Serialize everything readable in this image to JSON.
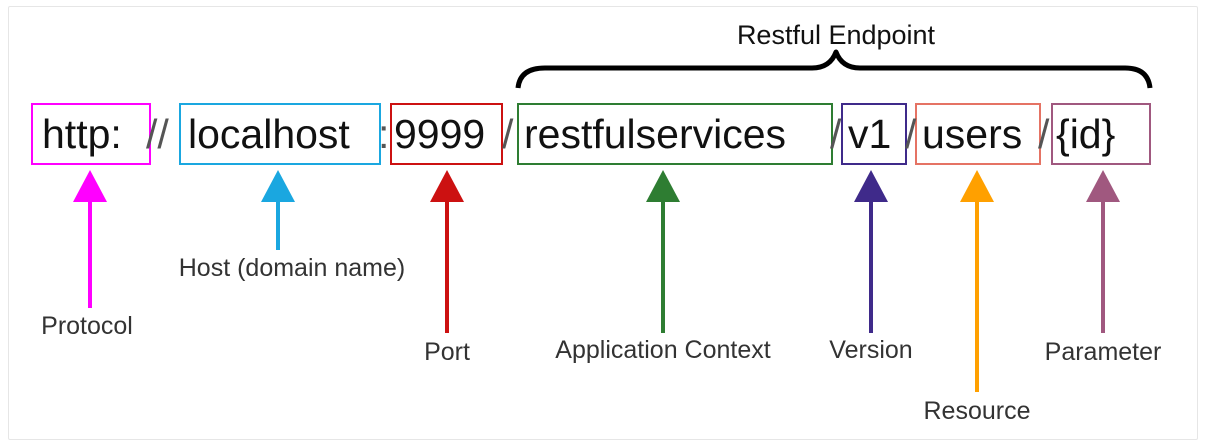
{
  "title": "Restful Endpoint",
  "separators": {
    "after_protocol": "//",
    "after_port": "/",
    "after_context": "/",
    "after_version": "/",
    "after_resource": "/"
  },
  "segments": [
    {
      "key": "protocol",
      "text": "http:",
      "label": "Protocol",
      "color": "#ff00ff"
    },
    {
      "key": "host",
      "text": "localhost",
      "label": "Host (domain name)",
      "color": "#1aa7e0"
    },
    {
      "key": "port",
      "text": "9999",
      "label": "Port",
      "color": "#cc1111",
      "prefix": ":"
    },
    {
      "key": "context",
      "text": "restfulservices",
      "label": "Application Context",
      "color": "#2e7d32"
    },
    {
      "key": "version",
      "text": "v1",
      "label": "Version",
      "color": "#3f2a8a"
    },
    {
      "key": "resource",
      "text": "users",
      "label": "Resource",
      "color": "#ffa000"
    },
    {
      "key": "parameter",
      "text": "{id}",
      "label": "Parameter",
      "color": "#a0587f"
    }
  ]
}
